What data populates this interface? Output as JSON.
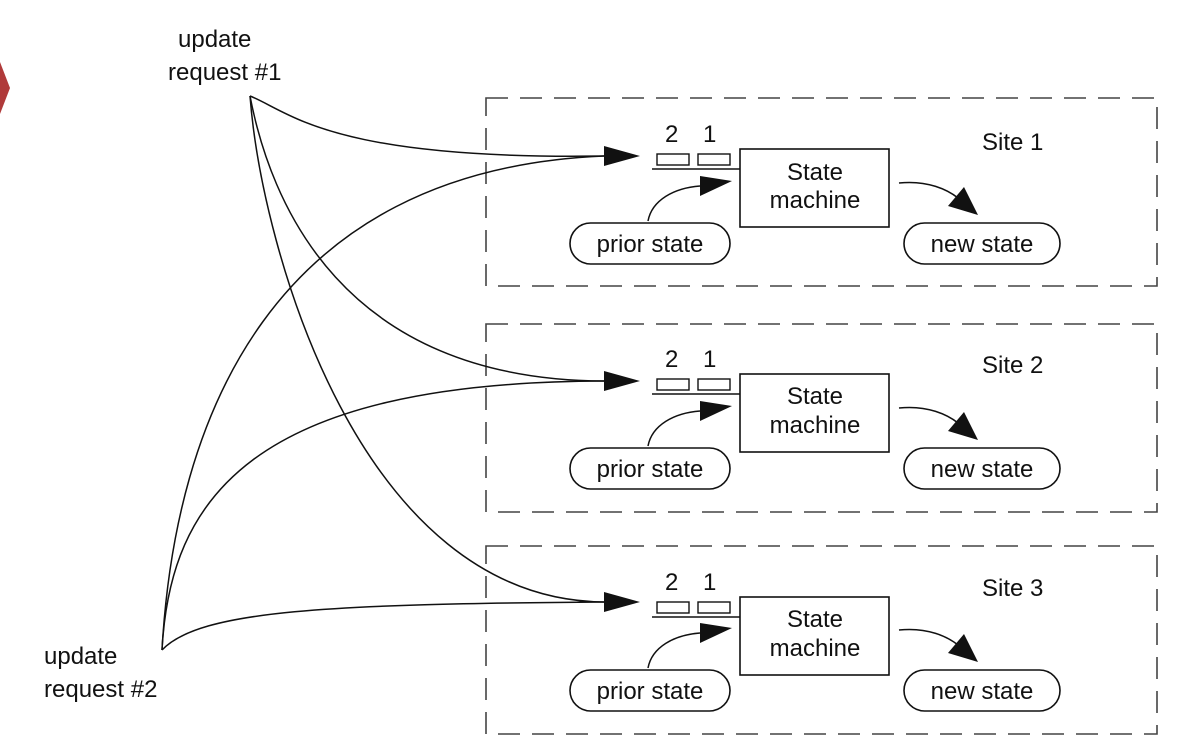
{
  "requests": {
    "request1": {
      "line1": "update",
      "line2": "request #1"
    },
    "request2": {
      "line1": "update",
      "line2": "request #2"
    }
  },
  "sites": [
    {
      "title": "Site 1",
      "queue_left": "2",
      "queue_right": "1",
      "machine_line1": "State",
      "machine_line2": "machine",
      "input_label": "prior state",
      "output_label": "new state"
    },
    {
      "title": "Site 2",
      "queue_left": "2",
      "queue_right": "1",
      "machine_line1": "State",
      "machine_line2": "machine",
      "input_label": "prior state",
      "output_label": "new state"
    },
    {
      "title": "Site 3",
      "queue_left": "2",
      "queue_right": "1",
      "machine_line1": "State",
      "machine_line2": "machine",
      "input_label": "prior state",
      "output_label": "new state"
    }
  ],
  "colors": {
    "ink": "#111111",
    "frame": "#444444",
    "corner_marker": "#b03a3a"
  }
}
